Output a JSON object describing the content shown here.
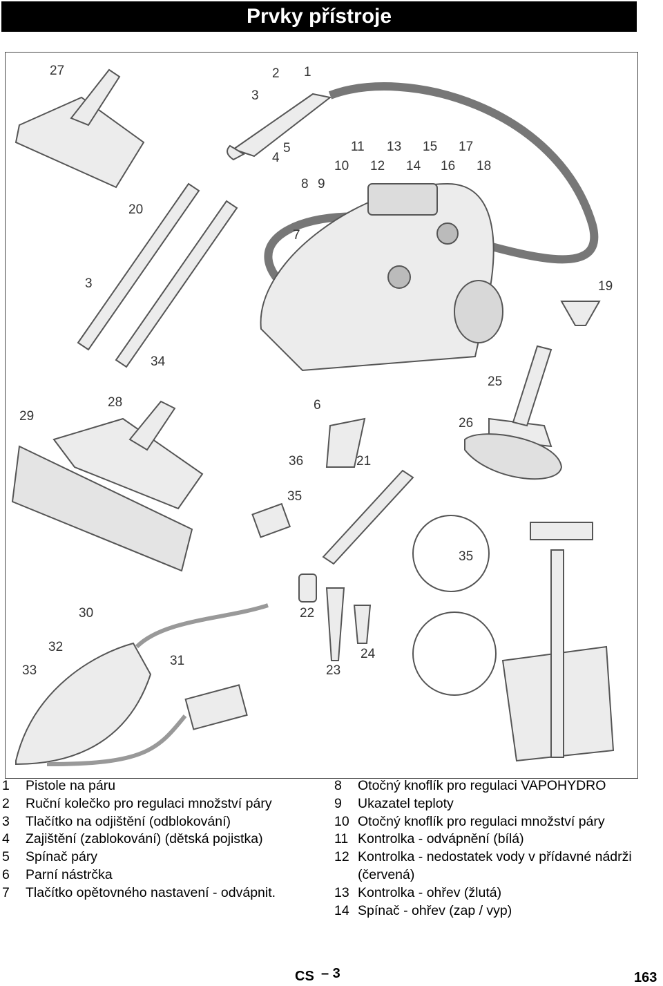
{
  "header": {
    "title": "Prvky přístroje"
  },
  "callouts": [
    {
      "id": "c27",
      "text": "27"
    },
    {
      "id": "c3a",
      "text": "3"
    },
    {
      "id": "c2",
      "text": "2"
    },
    {
      "id": "c1",
      "text": "1"
    },
    {
      "id": "c4",
      "text": "4"
    },
    {
      "id": "c5",
      "text": "5"
    },
    {
      "id": "c11",
      "text": "11"
    },
    {
      "id": "c13",
      "text": "13"
    },
    {
      "id": "c15",
      "text": "15"
    },
    {
      "id": "c17",
      "text": "17"
    },
    {
      "id": "c10",
      "text": "10"
    },
    {
      "id": "c12",
      "text": "12"
    },
    {
      "id": "c14",
      "text": "14"
    },
    {
      "id": "c16",
      "text": "16"
    },
    {
      "id": "c18",
      "text": "18"
    },
    {
      "id": "c8",
      "text": "8"
    },
    {
      "id": "c9",
      "text": "9"
    },
    {
      "id": "c20",
      "text": "20"
    },
    {
      "id": "c7",
      "text": "7"
    },
    {
      "id": "c3b",
      "text": "3"
    },
    {
      "id": "c19",
      "text": "19"
    },
    {
      "id": "c34",
      "text": "34"
    },
    {
      "id": "c25",
      "text": "25"
    },
    {
      "id": "c29",
      "text": "29"
    },
    {
      "id": "c28",
      "text": "28"
    },
    {
      "id": "c6",
      "text": "6"
    },
    {
      "id": "c26",
      "text": "26"
    },
    {
      "id": "c36",
      "text": "36"
    },
    {
      "id": "c21",
      "text": "21"
    },
    {
      "id": "c35a",
      "text": "35"
    },
    {
      "id": "c35b",
      "text": "35"
    },
    {
      "id": "c30",
      "text": "30"
    },
    {
      "id": "c22",
      "text": "22"
    },
    {
      "id": "c32",
      "text": "32"
    },
    {
      "id": "c31",
      "text": "31"
    },
    {
      "id": "c33",
      "text": "33"
    },
    {
      "id": "c23",
      "text": "23"
    },
    {
      "id": "c24",
      "text": "24"
    }
  ],
  "legend_left": [
    {
      "num": "1",
      "text": "Pistole na páru"
    },
    {
      "num": "2",
      "text": "Ruční kolečko pro regulaci množství páry"
    },
    {
      "num": "3",
      "text": "Tlačítko na odjištění (odblokování)"
    },
    {
      "num": "4",
      "text": "Zajištění (zablokování) (dětská pojistka)"
    },
    {
      "num": "5",
      "text": "Spínač páry"
    },
    {
      "num": "6",
      "text": "Parní nástrčka"
    },
    {
      "num": "7",
      "text": "Tlačítko opětovného nastavení - odvápnit."
    }
  ],
  "legend_right": [
    {
      "num": "8",
      "text": "Otočný knoflík pro regulaci VAPOHYDRO"
    },
    {
      "num": "9",
      "text": "Ukazatel teploty"
    },
    {
      "num": "10",
      "text": "Otočný knoflík pro regulaci množství páry"
    },
    {
      "num": "11",
      "text": "Kontrolka - odvápnění (bílá)"
    },
    {
      "num": "12",
      "text": "Kontrolka - nedostatek vody v přídavné nádrži (červená)"
    },
    {
      "num": "13",
      "text": "Kontrolka - ohřev (žlutá)"
    },
    {
      "num": "14",
      "text": "Spínač - ohřev (zap / vyp)"
    }
  ],
  "footer": {
    "lang": "CS",
    "sub": "– 3",
    "page": "163"
  }
}
